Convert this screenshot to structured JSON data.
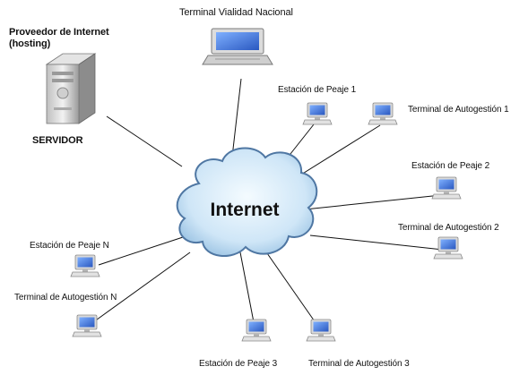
{
  "provider": {
    "title_line1": "Proveedor de Internet",
    "title_line2": "(hosting)",
    "server_label": "SERVIDOR",
    "icon": "server-tower-icon"
  },
  "internet": {
    "label": "Internet",
    "icon": "cloud-icon",
    "fill": "#cfe6f7",
    "stroke": "#5a7fa6"
  },
  "nodes": {
    "vialidad": {
      "label": "Terminal  Vialidad Nacional",
      "icon": "laptop-icon"
    },
    "peaje1": {
      "label": "Estación de Peaje 1",
      "icon": "desktop-computer-icon"
    },
    "auto1": {
      "label": "Terminal de Autogestión 1",
      "icon": "desktop-computer-icon"
    },
    "peaje2": {
      "label": "Estación de Peaje 2",
      "icon": "desktop-computer-icon"
    },
    "auto2": {
      "label": "Terminal de Autogestión 2",
      "icon": "desktop-computer-icon"
    },
    "peaje3": {
      "label": "Estación de Peaje 3",
      "icon": "desktop-computer-icon"
    },
    "auto3": {
      "label": "Terminal de Autogestión 3",
      "icon": "desktop-computer-icon"
    },
    "peajeN": {
      "label": "Estación de Peaje N",
      "icon": "desktop-computer-icon"
    },
    "autoN": {
      "label": "Terminal de Autogestión N",
      "icon": "desktop-computer-icon"
    }
  },
  "colors": {
    "line": "#111111",
    "screen": "#3a6fd0",
    "monitor_body": "#d9d9d9"
  }
}
